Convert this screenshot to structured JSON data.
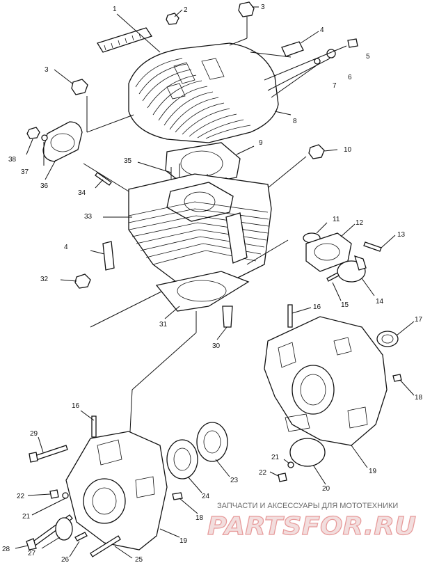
{
  "labels": [
    "1",
    "2",
    "3",
    "4",
    "5",
    "6",
    "7",
    "8",
    "9",
    "10",
    "11",
    "12",
    "13",
    "14",
    "15",
    "16",
    "17",
    "18",
    "19",
    "20",
    "21",
    "22",
    "23",
    "24",
    "25",
    "26",
    "27",
    "28",
    "29",
    "30",
    "31",
    "32",
    "33",
    "34",
    "35",
    "36",
    "37",
    "38"
  ],
  "callouts": {
    "c1": "1",
    "c2": "2",
    "c3a": "3",
    "c3b": "3",
    "c4a": "4",
    "c4b": "4",
    "c5": "5",
    "c6": "6",
    "c7": "7",
    "c8": "8",
    "c9": "9",
    "c10": "10",
    "c11": "11",
    "c12": "12",
    "c13": "13",
    "c14": "14",
    "c15": "15",
    "c16a": "16",
    "c16b": "16",
    "c17": "17",
    "c18a": "18",
    "c18b": "18",
    "c19a": "19",
    "c19b": "19",
    "c20": "20",
    "c21a": "21",
    "c21b": "21",
    "c22a": "22",
    "c22b": "22",
    "c23": "23",
    "c24": "24",
    "c25": "25",
    "c26": "26",
    "c27": "27",
    "c28": "28",
    "c29": "29",
    "c30": "30",
    "c31": "31",
    "c32": "32",
    "c33": "33",
    "c34": "34",
    "c35": "35",
    "c36": "36",
    "c37": "37",
    "c38": "38"
  },
  "watermark": {
    "subtitle": "ЗАПЧАСТИ И АКСЕССУАРЫ ДЛЯ МОТОТЕХНИКИ",
    "brand": "PARTSFOR.RU"
  }
}
